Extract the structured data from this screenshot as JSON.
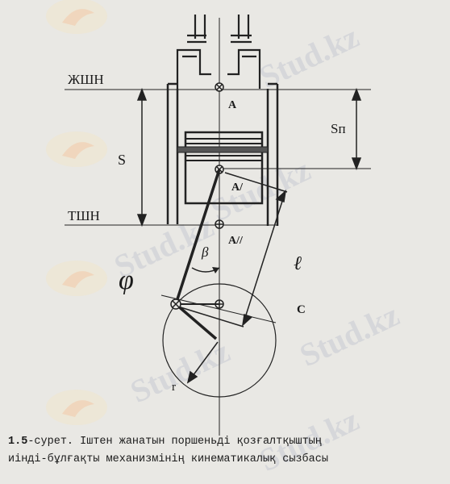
{
  "diagram": {
    "labels": {
      "tdc": "ЖШН",
      "bdc": "ТШН",
      "stroke": "S",
      "stroke_partial": "Sп",
      "point_a": "A",
      "point_a1": "A/",
      "point_a2": "A//",
      "angle_beta": "β",
      "angle_phi": "φ",
      "rod_length": "ℓ",
      "center": "C",
      "radius": "r"
    },
    "watermark": "Stud.kz"
  },
  "caption": {
    "number": "1.5",
    "line1": "-сурет. Іштен жанатын поршеньді қозғалтқыштың",
    "line2": "иінді-бұлғақты механизмінің кинематикалық сызбасы"
  }
}
